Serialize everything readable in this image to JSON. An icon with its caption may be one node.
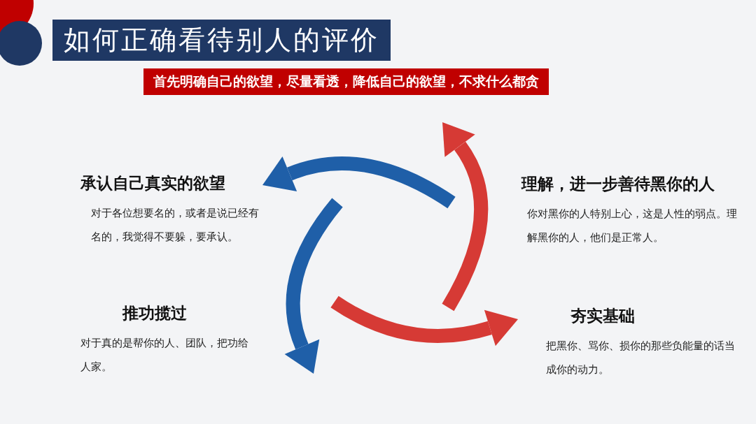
{
  "diagram": {
    "title": "如何正确看待别人的评价",
    "nodes": [
      {
        "text": [
          "首先明确自己的欲望，尽量看透，降低自己的欲望，不求什么都贪"
        ]
      },
      {
        "text": [
          "承认自己真实的欲望",
          "对于各位想要名的，或者是说已经有名的，我觉得不要躲，要承认。"
        ]
      },
      {
        "text": [
          "理解，进一步善待黑你的人",
          "你对黑你的人特别上心，这是人性的弱点。理解黑你的人，他们是正常人。"
        ]
      },
      {
        "text": [
          "推功揽过",
          "对于真的是帮你的人、团队，把功给人家。"
        ]
      },
      {
        "text": [
          "夯实基础",
          "把黑你、骂你、损你的那些负能量的话当成你的动力。"
        ]
      }
    ]
  }
}
